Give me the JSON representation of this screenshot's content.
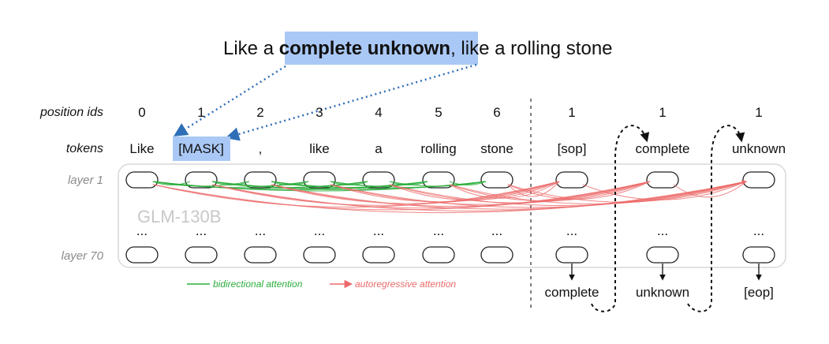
{
  "sentence": {
    "prefix": "Like a ",
    "highlight": "complete unknown",
    "suffix": ", like a rolling stone",
    "highlight_color": "#aac8f5"
  },
  "row_labels": {
    "position_ids": "position ids",
    "tokens": "tokens",
    "layer_first": "layer 1",
    "layer_last": "layer 70"
  },
  "columns": [
    {
      "pos": "0",
      "token": "Like"
    },
    {
      "pos": "1",
      "token": "[MASK]",
      "highlighted": true
    },
    {
      "pos": "2",
      "token": ","
    },
    {
      "pos": "3",
      "token": "like"
    },
    {
      "pos": "4",
      "token": "a"
    },
    {
      "pos": "5",
      "token": "rolling"
    },
    {
      "pos": "6",
      "token": "stone"
    },
    {
      "pos": "1",
      "token": "[sop]",
      "output": "complete"
    },
    {
      "pos": "1",
      "token": "complete",
      "output": "unknown"
    },
    {
      "pos": "1",
      "token": "unknown",
      "output": "[eop]"
    }
  ],
  "ellipsis": "...",
  "model_name": "GLM-130B",
  "legend": {
    "bidirectional": "bidirectional attention",
    "autoregressive": "autoregressive attention"
  },
  "colors": {
    "bidirectional": "#2cae3c",
    "autoregressive": "#ec6a6a",
    "mask_arrow": "#2f6fb8",
    "box_stroke": "#d8d8d8"
  }
}
